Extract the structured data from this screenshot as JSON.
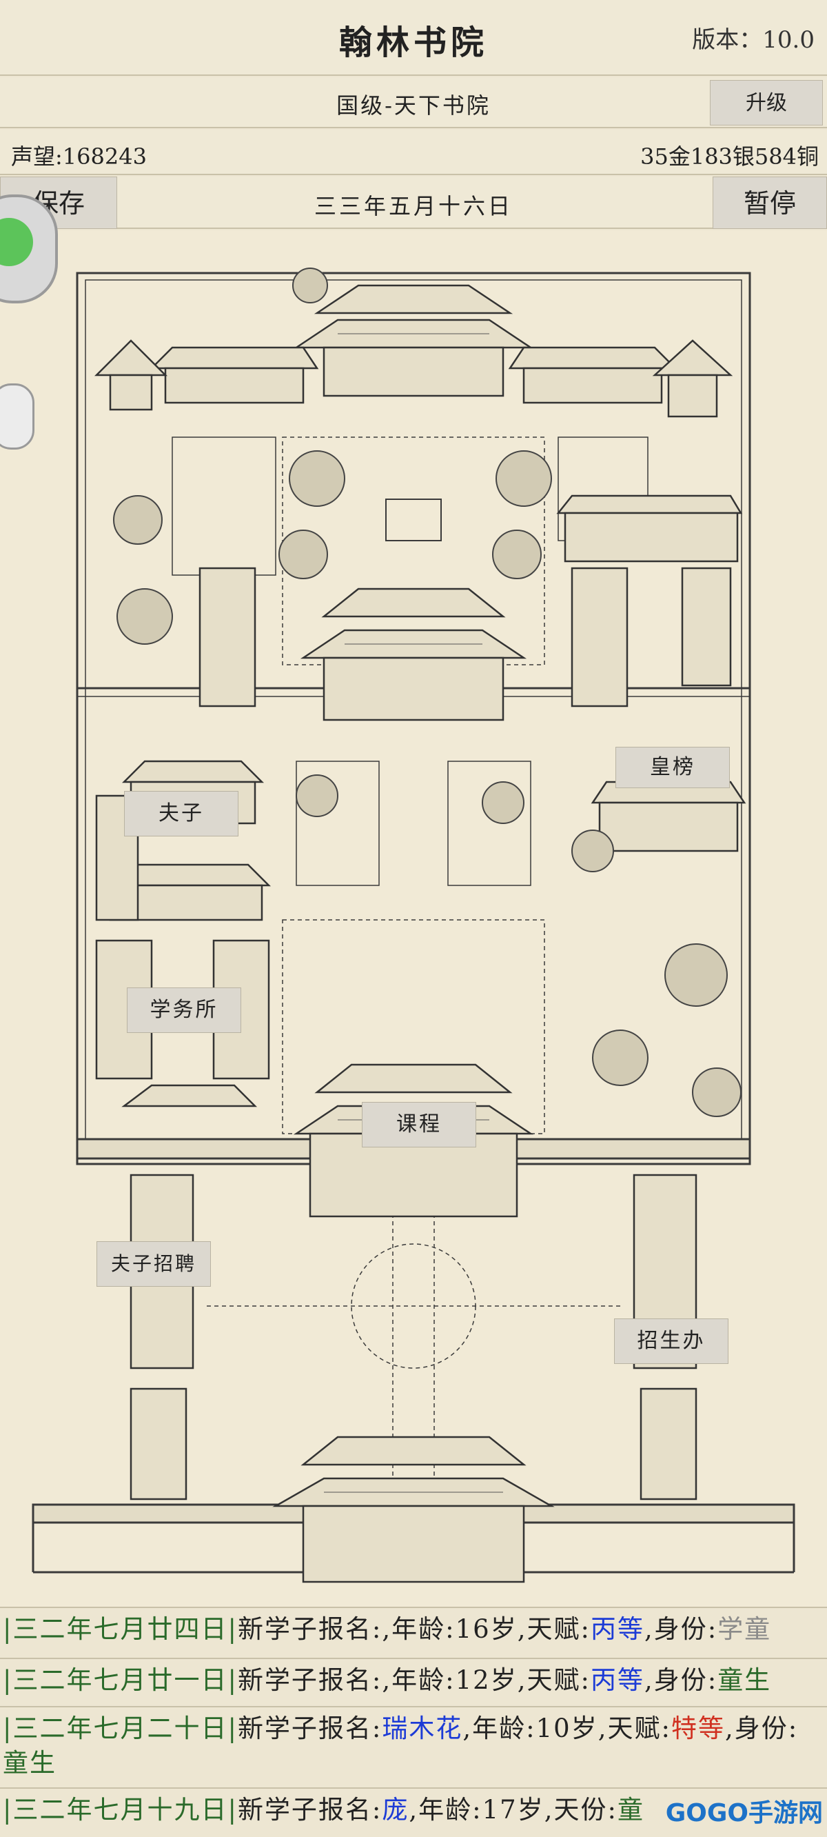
{
  "header": {
    "title": "翰林书院",
    "version": "版本：10.0"
  },
  "rank": {
    "text": "国级-天下书院",
    "upgrade_label": "升级"
  },
  "status": {
    "prestige": "声望:168243",
    "money": "35金183银584铜"
  },
  "controls": {
    "save_label": "保存",
    "date": "三三年五月十六日",
    "pause_label": "暂停"
  },
  "map_labels": {
    "huangbang": "皇榜",
    "fuzi": "夫子",
    "xuewusuo": "学务所",
    "kecheng": "课程",
    "fuzi_zhaopin": "夫子招聘",
    "zhaoshengban": "招生办"
  },
  "log": [
    {
      "date": "|三二年七月廿四日|",
      "pre": "新学子报名:",
      "name": "",
      "age": ",年龄:16岁,天赋:",
      "talent": "丙等",
      "talent_color": "#1c3bd6",
      "id_pre": ",身份:",
      "identity": "学童",
      "identity_color": "#8a8a8a"
    },
    {
      "date": "|三二年七月廿一日|",
      "pre": "新学子报名:",
      "name": "",
      "age": ",年龄:12岁,天赋:",
      "talent": "丙等",
      "talent_color": "#1c3bd6",
      "id_pre": ",身份:",
      "identity": "童生",
      "identity_color": "#2a6a2a"
    },
    {
      "date": "|三二年七月二十日|",
      "pre": "新学子报名:",
      "name": "瑞木花",
      "age": ",年龄:10岁,天赋:",
      "talent": "特等",
      "talent_color": "#d03020",
      "id_pre": ",身份:",
      "identity": "童生",
      "identity_color": "#2a6a2a"
    },
    {
      "date": "|三二年七月十九日|",
      "pre": "新学子报名:",
      "name": "庞",
      "age": ",年龄:17岁,天",
      "talent": "",
      "talent_color": "#1c3bd6",
      "id_pre": "份:",
      "identity": "童",
      "identity_color": "#2a6a2a"
    }
  ],
  "watermark": "GOGO手游网"
}
